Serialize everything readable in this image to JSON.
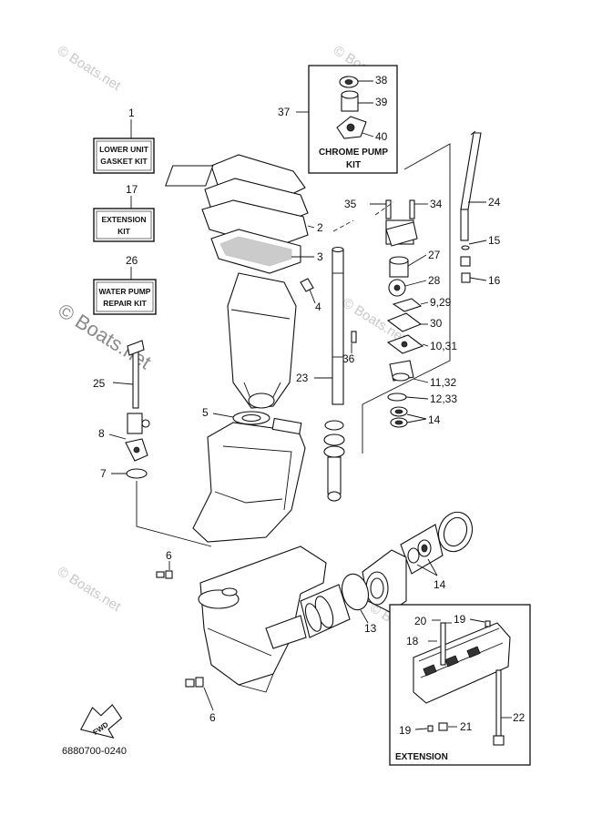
{
  "watermarks": {
    "text": "© Boats.net",
    "main_text": "© Boats.net"
  },
  "kits": {
    "gasket": {
      "number": "1",
      "line1": "LOWER UNIT",
      "line2": "GASKET KIT"
    },
    "extension": {
      "number": "17",
      "line1": "EXTENSION",
      "line2": "KIT"
    },
    "water_pump": {
      "number": "26",
      "line1": "WATER PUMP",
      "line2": "REPAIR KIT"
    },
    "chrome_pump": {
      "number": "37",
      "line1": "CHROME PUMP",
      "line2": "KIT"
    }
  },
  "callouts": {
    "c2": "2",
    "c3": "3",
    "c4": "4",
    "c5": "5",
    "c6a": "6",
    "c6b": "6",
    "c7": "7",
    "c8": "8",
    "c13": "13",
    "c14a": "14",
    "c14b": "14",
    "c15": "15",
    "c16": "16",
    "c18": "18",
    "c19a": "19",
    "c19b": "19",
    "c20": "20",
    "c21": "21",
    "c22": "22",
    "c23": "23",
    "c24": "24",
    "c25": "25",
    "c27": "27",
    "c28": "28",
    "c9_29": "9,29",
    "c30": "30",
    "c10_31": "10,31",
    "c11_32": "11,32",
    "c12_33": "12,33",
    "c34": "34",
    "c35": "35",
    "c36": "36",
    "c38": "38",
    "c39": "39",
    "c40": "40"
  },
  "extension_label": "EXTENSION",
  "fwd_label": "FWD",
  "diagram_code": "6880700-0240"
}
